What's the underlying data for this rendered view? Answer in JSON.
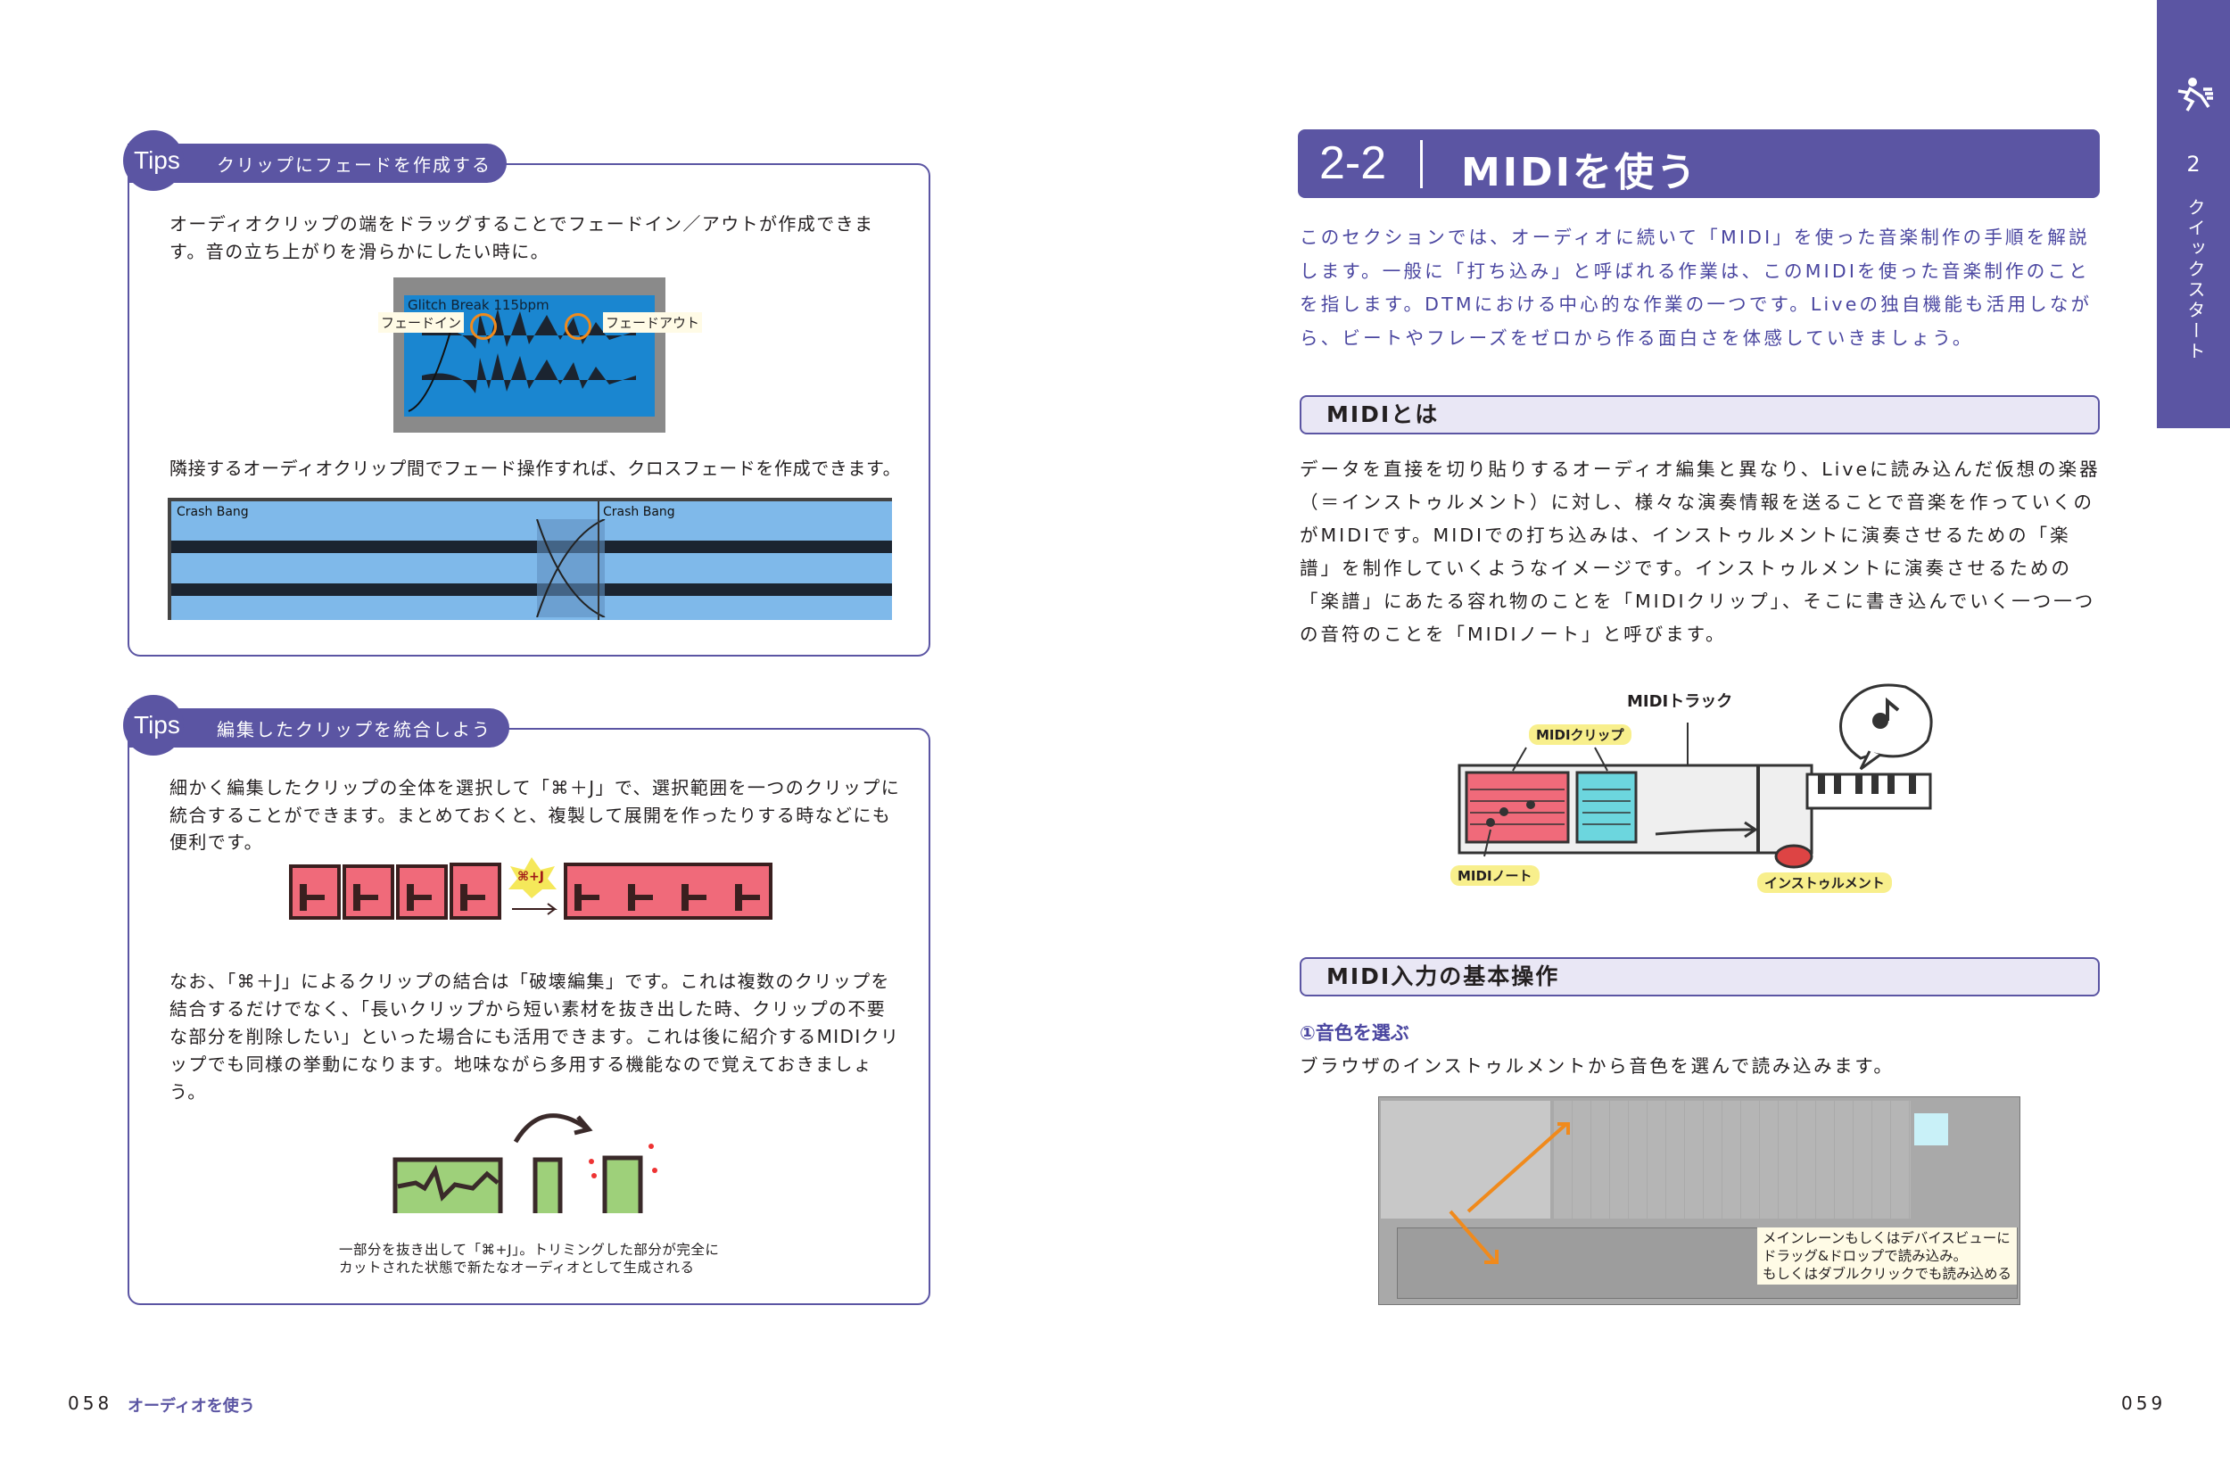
{
  "left_page": {
    "tips1": {
      "badge": "Tips",
      "title": "クリップにフェードを作成する",
      "text1": "オーディオクリップの端をドラッグすることでフェードイン／アウトが作成できます。音の立ち上がりを滑らかにしたい時に。",
      "clip_name": "Glitch Break 115bpm",
      "fade_in_label": "フェードイン",
      "fade_out_label": "フェードアウト",
      "text2": "隣接するオーディオクリップ間でフェード操作すれば、クロスフェードを作成できます。",
      "crossfade_clip_a": "Crash Bang",
      "crossfade_clip_b": "Crash Bang"
    },
    "tips2": {
      "badge": "Tips",
      "title": "編集したクリップを統合しよう",
      "text1": "細かく編集したクリップの全体を選択して「⌘＋J」で、選択範囲を一つのクリップに統合することができます。まとめておくと、複製して展開を作ったりする時などにも便利です。",
      "shortcut_label": "⌘+J",
      "text2": "なお、「⌘＋J」によるクリップの結合は「破壊編集」です。これは複数のクリップを結合するだけでなく、「長いクリップから短い素材を抜き出した時、クリップの不要な部分を削除したい」といった場合にも活用できます。これは後に紹介するMIDIクリップでも同様の挙動になります。地味ながら多用する機能なので覚えておきましょう。",
      "caption_line1": "一部分を抜き出して「⌘+J」。トリミングした部分が完全に",
      "caption_line2": "カットされた状態で新たなオーディオとして生成される"
    },
    "footer": {
      "page_number": "058",
      "section": "オーディオを使う"
    }
  },
  "right_page": {
    "header": {
      "number": "2-2",
      "title": "MIDIを使う"
    },
    "intro": "このセクションでは、オーディオに続いて「MIDI」を使った音楽制作の手順を解説します。一般に「打ち込み」と呼ばれる作業は、このMIDIを使った音楽制作のことを指します。DTMにおける中心的な作業の一つです。Liveの独自機能も活用しながら、ビートやフレーズをゼロから作る面白さを体感していきましょう。",
    "section1": {
      "title": "MIDIとは",
      "body": "データを直接を切り貼りするオーディオ編集と異なり、Liveに読み込んだ仮想の楽器（＝インストゥルメント）に対し、様々な演奏情報を送ることで音楽を作っていくのがMIDIです。MIDIでの打ち込みは、インストゥルメントに演奏させるための「楽譜」を制作していくようなイメージです。インストゥルメントに演奏させるための「楽譜」にあたる容れ物のことを「MIDIクリップ」、そこに書き込んでいく一つ一つの音符のことを「MIDIノート」と呼びます。",
      "diagram": {
        "track_label": "MIDIトラック",
        "clip_label": "MIDIクリップ",
        "note_label": "MIDIノート",
        "instrument_label": "インストゥルメント"
      }
    },
    "section2": {
      "title": "MIDI入力の基本操作",
      "step": "①音色を選ぶ",
      "step_text": "ブラウザのインストゥルメントから音色を選んで読み込みます。",
      "callout": [
        "メインレーンもしくはデバイスビューに",
        "ドラッグ&ドロップで読み込み。",
        "もしくはダブルクリックでも読み込める"
      ]
    },
    "side_tab": {
      "chapter_number": "2",
      "chapter_title": "クイックスタート"
    },
    "footer": {
      "page_number": "059"
    }
  },
  "colors": {
    "accent": "#5b55a3",
    "subhead_bg": "#e9e7f5",
    "clip_blue": "#1a86d0",
    "orange": "#f08a1c"
  }
}
